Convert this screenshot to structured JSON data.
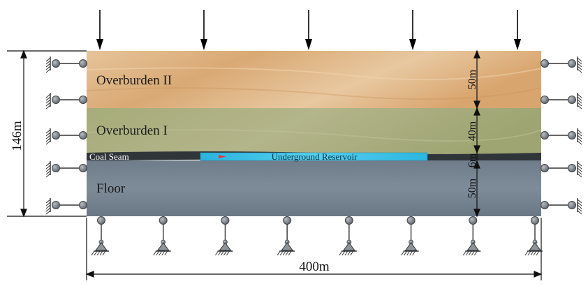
{
  "layers": {
    "overburden_2": {
      "label": "Overburden II",
      "thickness": "50m",
      "color": "#e2b98a"
    },
    "overburden_1": {
      "label": "Overburden I",
      "thickness": "40m",
      "color": "#a8ac7c"
    },
    "coal_seam": {
      "label": "Coal Seam",
      "thickness": "6m",
      "color": "#2e3236"
    },
    "floor": {
      "label": "Floor",
      "thickness": "50m",
      "color": "#7c8a97"
    }
  },
  "reservoir": {
    "label": "Underground Reservoir",
    "color": "#35c2e6"
  },
  "dimensions": {
    "total_height": "146m",
    "width": "400m"
  },
  "loads": {
    "count": 5
  },
  "supports": {
    "side_rollers_per_side": 5,
    "bottom_pins": 8
  }
}
